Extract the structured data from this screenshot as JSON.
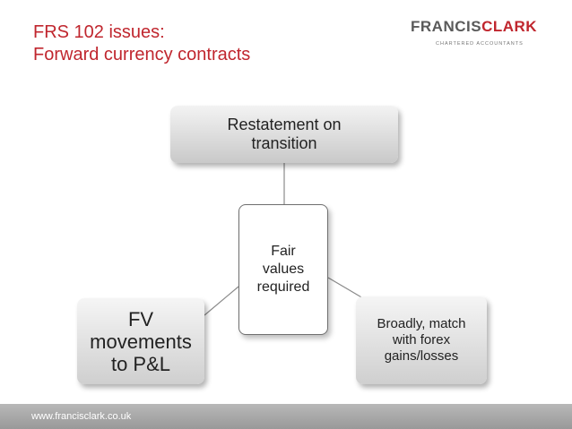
{
  "slide": {
    "title_line1": "FRS 102 issues:",
    "title_line2": "Forward currency contracts"
  },
  "logo": {
    "word_part1": "FRANCIS",
    "word_part2": "CLARK",
    "subtitle": "CHARTERED ACCOUNTANTS"
  },
  "diagram": {
    "center": [
      "Fair",
      "values",
      "required"
    ],
    "top": [
      "Restatement on",
      "transition"
    ],
    "left": [
      "FV",
      "movements",
      "to P&L"
    ],
    "right": [
      "Broadly, match",
      "with forex",
      "gains/losses"
    ]
  },
  "footer": {
    "url": "www.francisclark.co.uk"
  },
  "colors": {
    "accent": "#c0262e",
    "connector": "#8a8a8a",
    "footer_bg": "#a8a8a8"
  }
}
